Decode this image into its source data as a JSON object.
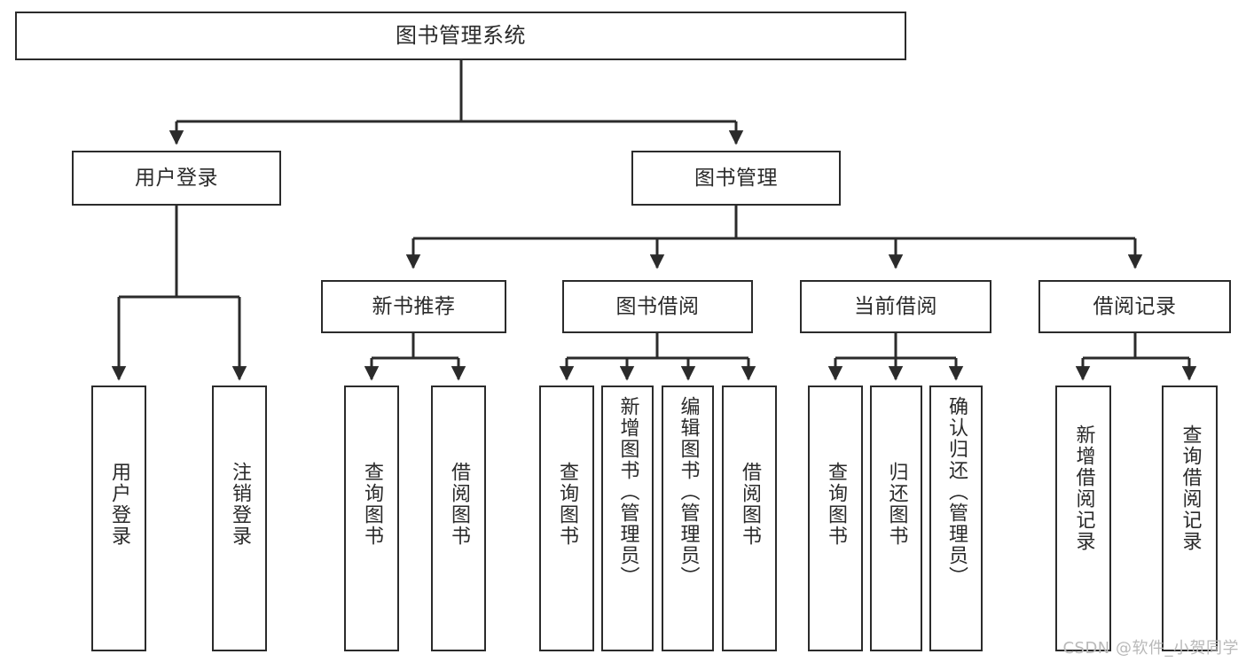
{
  "diagram": {
    "type": "tree-hierarchy-chart",
    "title": "图书管理系统",
    "watermark": "CSDN @软件_小贺同学",
    "style": {
      "border_color": "#2b2b2b",
      "background": "#ffffff",
      "text_color": "#2a2a2a",
      "watermark_color": "#b9b9b9"
    },
    "levels": [
      {
        "level": 1,
        "nodes": [
          {
            "id": "root",
            "label": "图书管理系统",
            "orientation": "horizontal"
          }
        ]
      },
      {
        "level": 2,
        "nodes": [
          {
            "id": "user-login",
            "label": "用户登录",
            "orientation": "horizontal",
            "parent": "root"
          },
          {
            "id": "book-manage",
            "label": "图书管理",
            "orientation": "horizontal",
            "parent": "root"
          }
        ]
      },
      {
        "level": 3,
        "nodes": [
          {
            "id": "new-book-recommend",
            "label": "新书推荐",
            "orientation": "horizontal",
            "parent": "book-manage"
          },
          {
            "id": "book-borrow",
            "label": "图书借阅",
            "orientation": "horizontal",
            "parent": "book-manage"
          },
          {
            "id": "current-borrow",
            "label": "当前借阅",
            "orientation": "horizontal",
            "parent": "book-manage"
          },
          {
            "id": "borrow-record",
            "label": "借阅记录",
            "orientation": "horizontal",
            "parent": "book-manage"
          }
        ]
      },
      {
        "level": 4,
        "nodes": [
          {
            "id": "leaf-user-login",
            "label": "用户登录",
            "orientation": "vertical",
            "parent": "user-login"
          },
          {
            "id": "leaf-logout",
            "label": "注销登录",
            "orientation": "vertical",
            "parent": "user-login"
          },
          {
            "id": "leaf-query-book-1",
            "label": "查询图书",
            "orientation": "vertical",
            "parent": "new-book-recommend"
          },
          {
            "id": "leaf-borrow-book-1",
            "label": "借阅图书",
            "orientation": "vertical",
            "parent": "new-book-recommend"
          },
          {
            "id": "leaf-query-book-2",
            "label": "查询图书",
            "orientation": "vertical",
            "parent": "book-borrow"
          },
          {
            "id": "leaf-add-book",
            "label": "新增图书（管理员）",
            "orientation": "vertical",
            "parent": "book-borrow"
          },
          {
            "id": "leaf-edit-book",
            "label": "编辑图书（管理员）",
            "orientation": "vertical",
            "parent": "book-borrow"
          },
          {
            "id": "leaf-borrow-book-2",
            "label": "借阅图书",
            "orientation": "vertical",
            "parent": "book-borrow"
          },
          {
            "id": "leaf-query-book-3",
            "label": "查询图书",
            "orientation": "vertical",
            "parent": "current-borrow"
          },
          {
            "id": "leaf-return-book",
            "label": "归还图书",
            "orientation": "vertical",
            "parent": "current-borrow"
          },
          {
            "id": "leaf-confirm-return",
            "label": "确认归还（管理员）",
            "orientation": "vertical",
            "parent": "current-borrow"
          },
          {
            "id": "leaf-add-record",
            "label": "新增借阅记录",
            "orientation": "vertical",
            "parent": "borrow-record"
          },
          {
            "id": "leaf-query-record",
            "label": "查询借阅记录",
            "orientation": "vertical",
            "parent": "borrow-record"
          }
        ]
      }
    ]
  }
}
